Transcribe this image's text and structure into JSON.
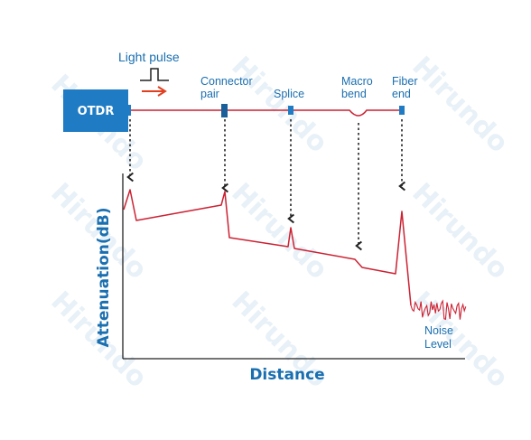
{
  "watermark": "Hirundo",
  "device": {
    "label": "OTDR"
  },
  "pulse": {
    "label": "Light pulse"
  },
  "events": {
    "connector": {
      "line1": "Connector",
      "line2": "pair"
    },
    "splice": {
      "label": "Splice"
    },
    "macro": {
      "line1": "Macro",
      "line2": "bend"
    },
    "fiber": {
      "line1": "Fiber",
      "line2": "end"
    }
  },
  "axes": {
    "y_label": "Attenuation(dB)",
    "x_label": "Distance"
  },
  "noise": {
    "line1": "Noise",
    "line2": "Level"
  },
  "colors": {
    "primary": "#1a6fb0",
    "otdr_box": "#1f7cc4",
    "trace": "#cc2233",
    "arrow": "#e04020",
    "marker": "#1f7cc4",
    "dashed": "#222222"
  }
}
